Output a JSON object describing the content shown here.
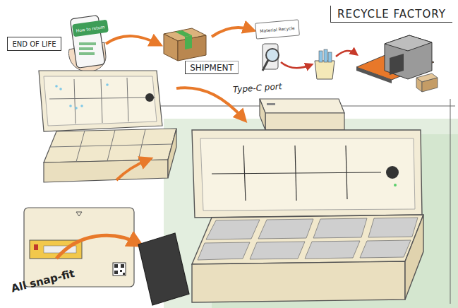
{
  "diagram": {
    "nodes": [
      {
        "text": [
          "END OF LIFE"
        ]
      },
      {
        "text": [
          "How to return"
        ]
      },
      {
        "text": [
          "SHIPMENT"
        ]
      },
      {
        "text": [
          "Material Recycle"
        ]
      },
      {
        "text": [
          "RECYCLE FACTORY"
        ]
      }
    ],
    "labels": [
      "Type-C port",
      "All snap-fit"
    ]
  }
}
